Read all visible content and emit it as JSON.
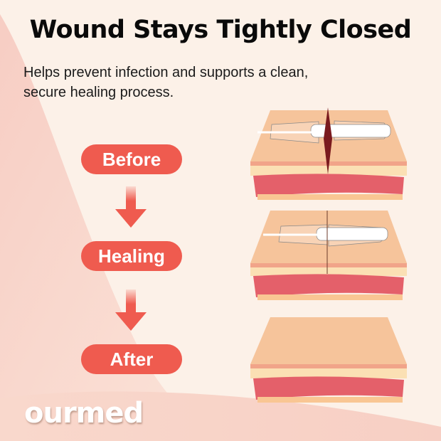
{
  "title": "Wound Stays Tightly Closed",
  "subtitle_line1": "Helps prevent infection and supports a clean,",
  "subtitle_line2": "secure healing process.",
  "steps": [
    {
      "label": "Before"
    },
    {
      "label": "Healing"
    },
    {
      "label": "After"
    }
  ],
  "illustrations": [
    {
      "name": "open-wound-with-closure-device"
    },
    {
      "name": "wound-closing-with-device"
    },
    {
      "name": "healed-skin"
    }
  ],
  "brand": "ourmed",
  "colors": {
    "accent": "#ef5b4f",
    "background": "#fcf1e8",
    "skin_top": "#f6c49b",
    "dermis": "#e4606a"
  }
}
